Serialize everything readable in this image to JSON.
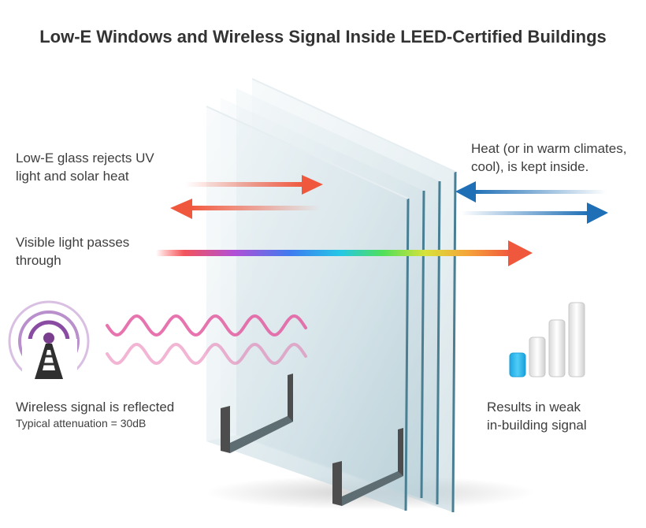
{
  "title": "Low-E  Windows and Wireless Signal Inside LEED-Certified Buildings",
  "labels": {
    "lowe_line1": "Low-E glass rejects UV",
    "lowe_line2": "light and solar heat",
    "visible_line1": "Visible light passes",
    "visible_line2": "through",
    "heat_line1": "Heat (or in warm climates,",
    "heat_line2": "cool), is kept inside.",
    "wireless_line1": "Wireless signal is reflected",
    "wireless_line2": "Typical attenuation = 30dB",
    "result_line1": "Results in weak",
    "result_line2": "in-building signal"
  },
  "icons": {
    "tower": "wireless-tower-icon",
    "signal": "signal-strength-bars-icon"
  },
  "signal": {
    "bars_total": 4,
    "bars_active": 1
  },
  "colors": {
    "uv_arrow": "#f0583e",
    "heat_arrow": "#1f6fb6",
    "wave": "#e35ca0",
    "tower": "#7a3e8f",
    "signal_active": "#25b6f0",
    "glass_edge": "#4a7f93",
    "text": "#3e3e3e"
  }
}
